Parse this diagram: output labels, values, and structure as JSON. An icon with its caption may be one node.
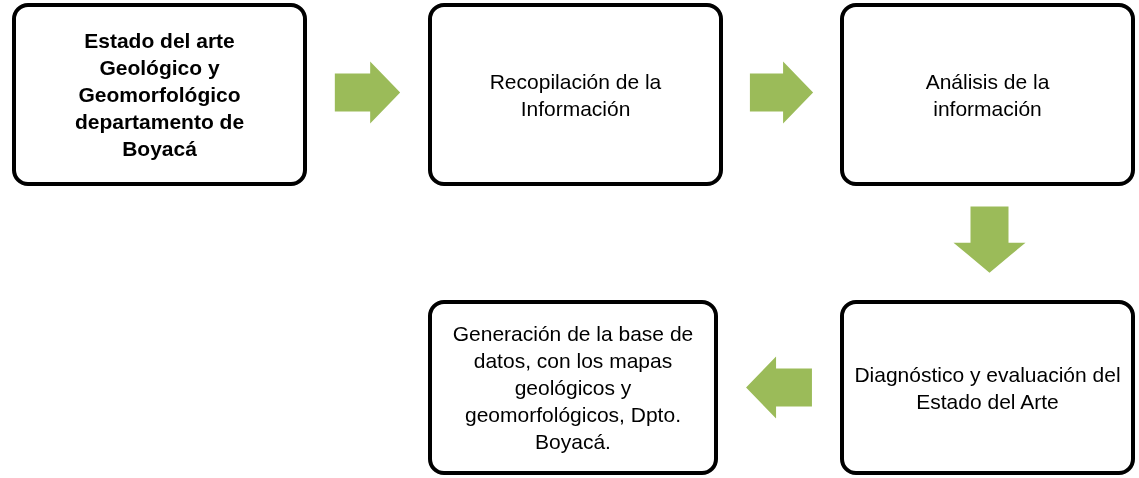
{
  "diagram": {
    "nodes": [
      {
        "text": [
          "Estado del arte Geológico y Geomorfológico departamento de Boyacá"
        ]
      },
      {
        "text": [
          "Recopilación de la Información"
        ]
      },
      {
        "text": [
          "Análisis de la información"
        ]
      },
      {
        "text": [
          "Diagnóstico y evaluación del Estado del Arte"
        ]
      },
      {
        "text": [
          "Generación de la base de datos, con los mapas geológicos y geomorfológicos, Dpto. Boyacá."
        ]
      }
    ],
    "edges": [
      {
        "from": 0,
        "to": 1,
        "arrow": "to",
        "color": "#9bbb59"
      },
      {
        "from": 1,
        "to": 2,
        "arrow": "to",
        "color": "#9bbb59"
      },
      {
        "from": 2,
        "to": 3,
        "arrow": "to",
        "color": "#9bbb59"
      },
      {
        "from": 3,
        "to": 4,
        "arrow": "to",
        "color": "#9bbb59"
      }
    ]
  }
}
